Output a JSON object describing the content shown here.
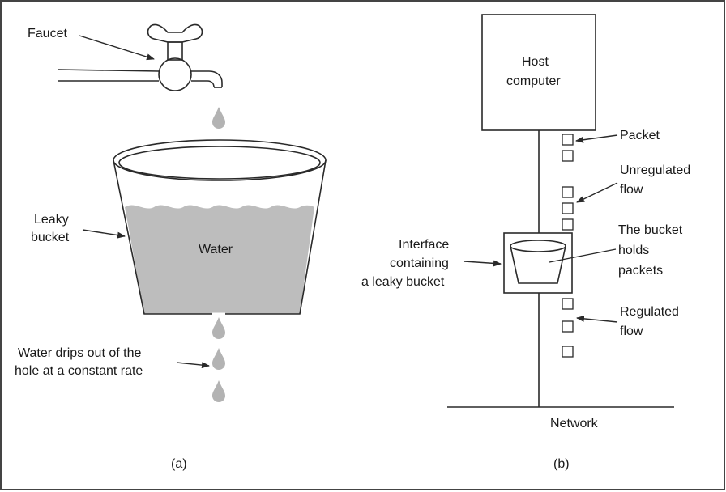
{
  "panel_a": {
    "faucet_label": "Faucet",
    "bucket_label_line1": "Leaky",
    "bucket_label_line2": "bucket",
    "water_label": "Water",
    "drips_line1": "Water drips out of the",
    "drips_line2": "hole at a constant rate",
    "caption": "(a)"
  },
  "panel_b": {
    "host_line1": "Host",
    "host_line2": "computer",
    "packet_label": "Packet",
    "unregulated_line1": "Unregulated",
    "unregulated_line2": "flow",
    "bucket_holds_line1": "The bucket",
    "bucket_holds_line2": "holds",
    "bucket_holds_line3": "packets",
    "interface_line1": "Interface",
    "interface_line2": "containing",
    "interface_line3": "a leaky bucket",
    "regulated_line1": "Regulated",
    "regulated_line2": "flow",
    "network_label": "Network",
    "caption": "(b)"
  },
  "colors": {
    "water": "#bdbdbd",
    "drop": "#b3b3b3",
    "line": "#2a2a2a"
  }
}
